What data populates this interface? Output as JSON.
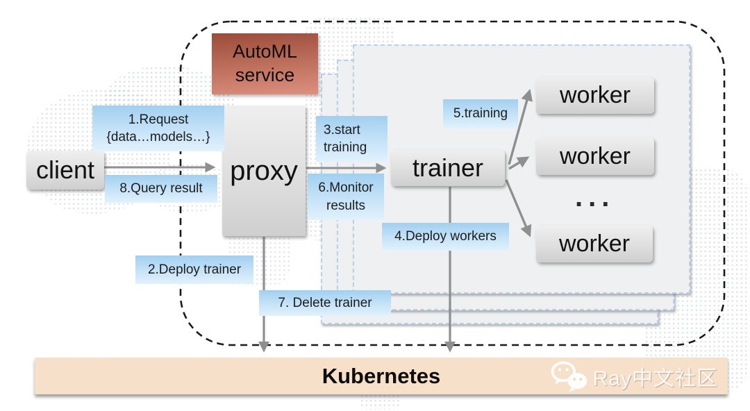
{
  "service": {
    "name_box": "AutoML service"
  },
  "nodes": {
    "client": "client",
    "proxy": "proxy",
    "trainer": "trainer",
    "kubernetes": "Kubernetes",
    "more_workers": "..."
  },
  "workers": [
    "worker",
    "worker",
    "worker"
  ],
  "steps": {
    "s1": [
      "1.Request",
      "{data…models…}"
    ],
    "s2": [
      "2.Deploy trainer"
    ],
    "s3": [
      "3.start",
      "training"
    ],
    "s4": [
      "4.Deploy workers"
    ],
    "s5": [
      "5.training"
    ],
    "s6": [
      "6.Monitor",
      "results"
    ],
    "s7": [
      "7. Delete trainer"
    ],
    "s8": [
      "8.Query result"
    ]
  },
  "watermark": {
    "icon": "wechat-icon",
    "label": "Ray中文社区"
  },
  "colors": {
    "service_box_top": "#9c4b39",
    "service_box_bottom": "#dd9080",
    "node_fill": "#dcdcdc",
    "step_label_top": "#a2cff0",
    "step_label_bottom": "#e2f1fc",
    "kubernetes_bar": "#f6e0c9",
    "panel_fill": "#eff0f1",
    "panel_border": "#b7d0ec",
    "boundary_dash": "#1a1a1a",
    "arrow": "#8f8f8f"
  }
}
